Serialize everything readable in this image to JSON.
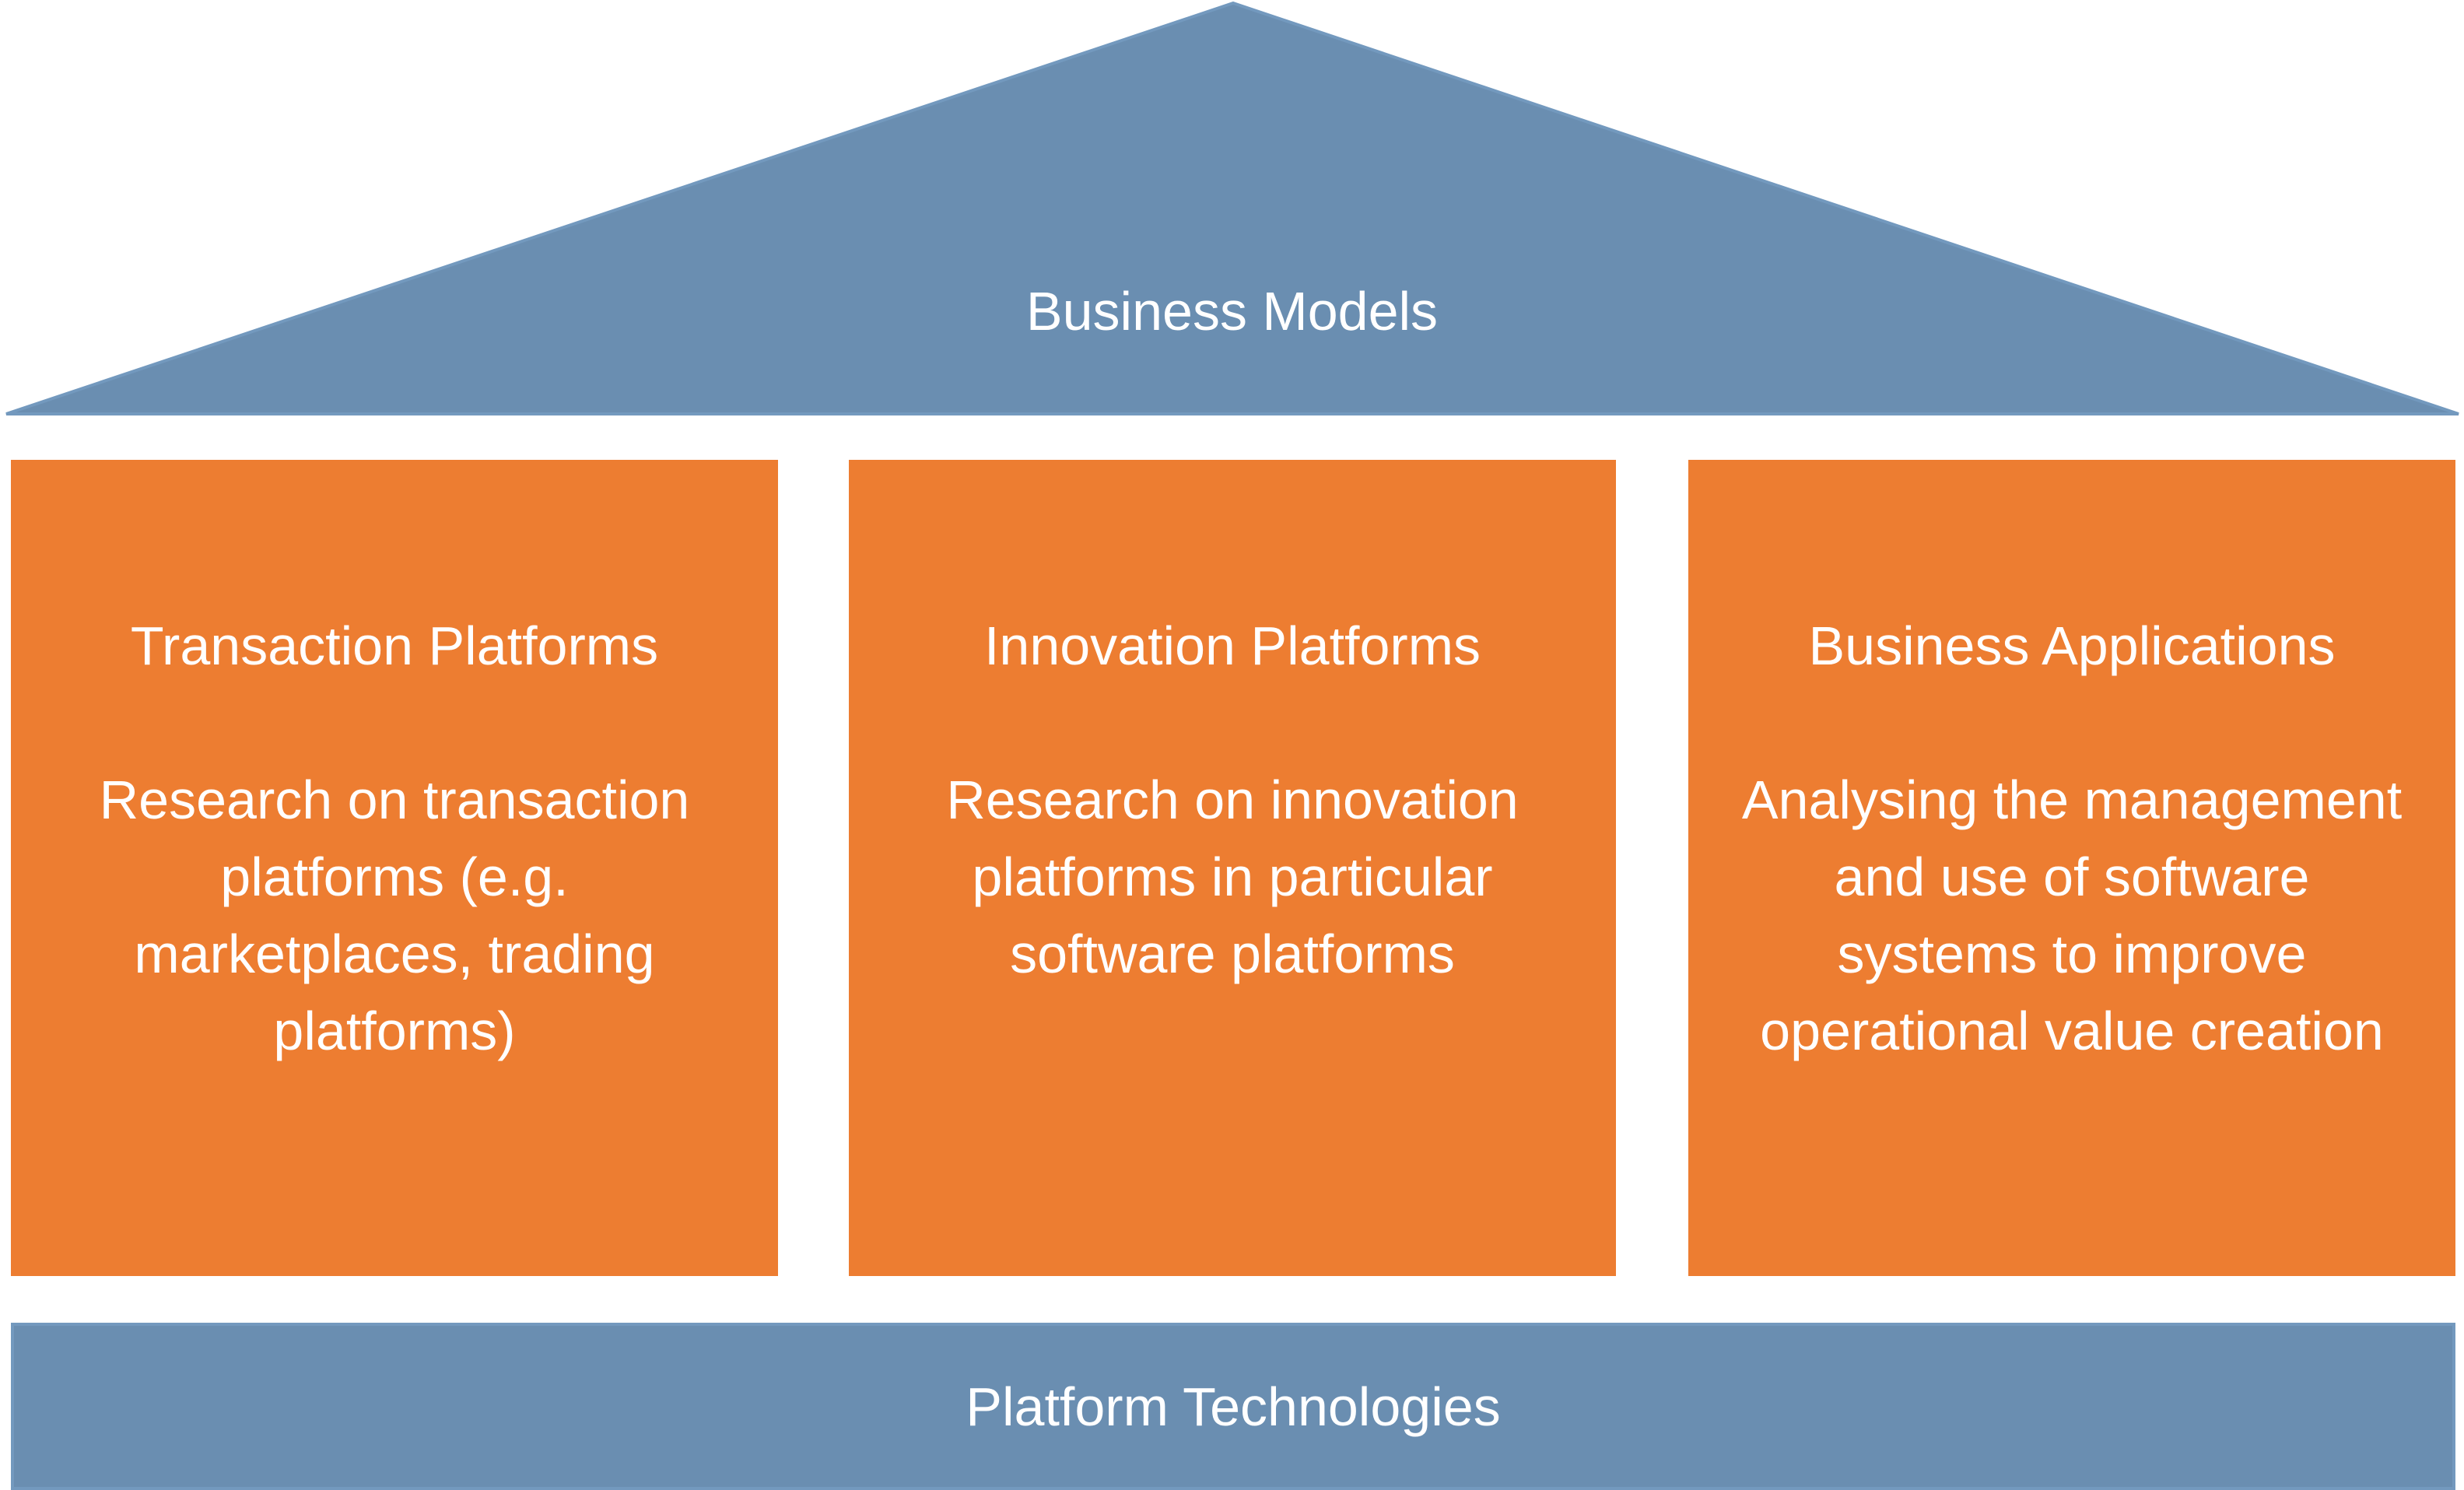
{
  "colors": {
    "roof": "#6a8eb1",
    "pillar": "#ed7d31",
    "base": "#6a8eb1",
    "text": "#ffffff"
  },
  "roof": {
    "label": "Business Models"
  },
  "pillars": [
    {
      "title": "Transaction Platforms",
      "body": "Research on transaction platforms (e.g. marketplaces, trading platforms)"
    },
    {
      "title": "Innovation Platforms",
      "body": "Research on innovation platforms in particular software platforms"
    },
    {
      "title": "Business Applications",
      "body": "Analysing the management and use of software systems to improve operational value creation"
    }
  ],
  "base": {
    "label": "Platform Technologies"
  }
}
